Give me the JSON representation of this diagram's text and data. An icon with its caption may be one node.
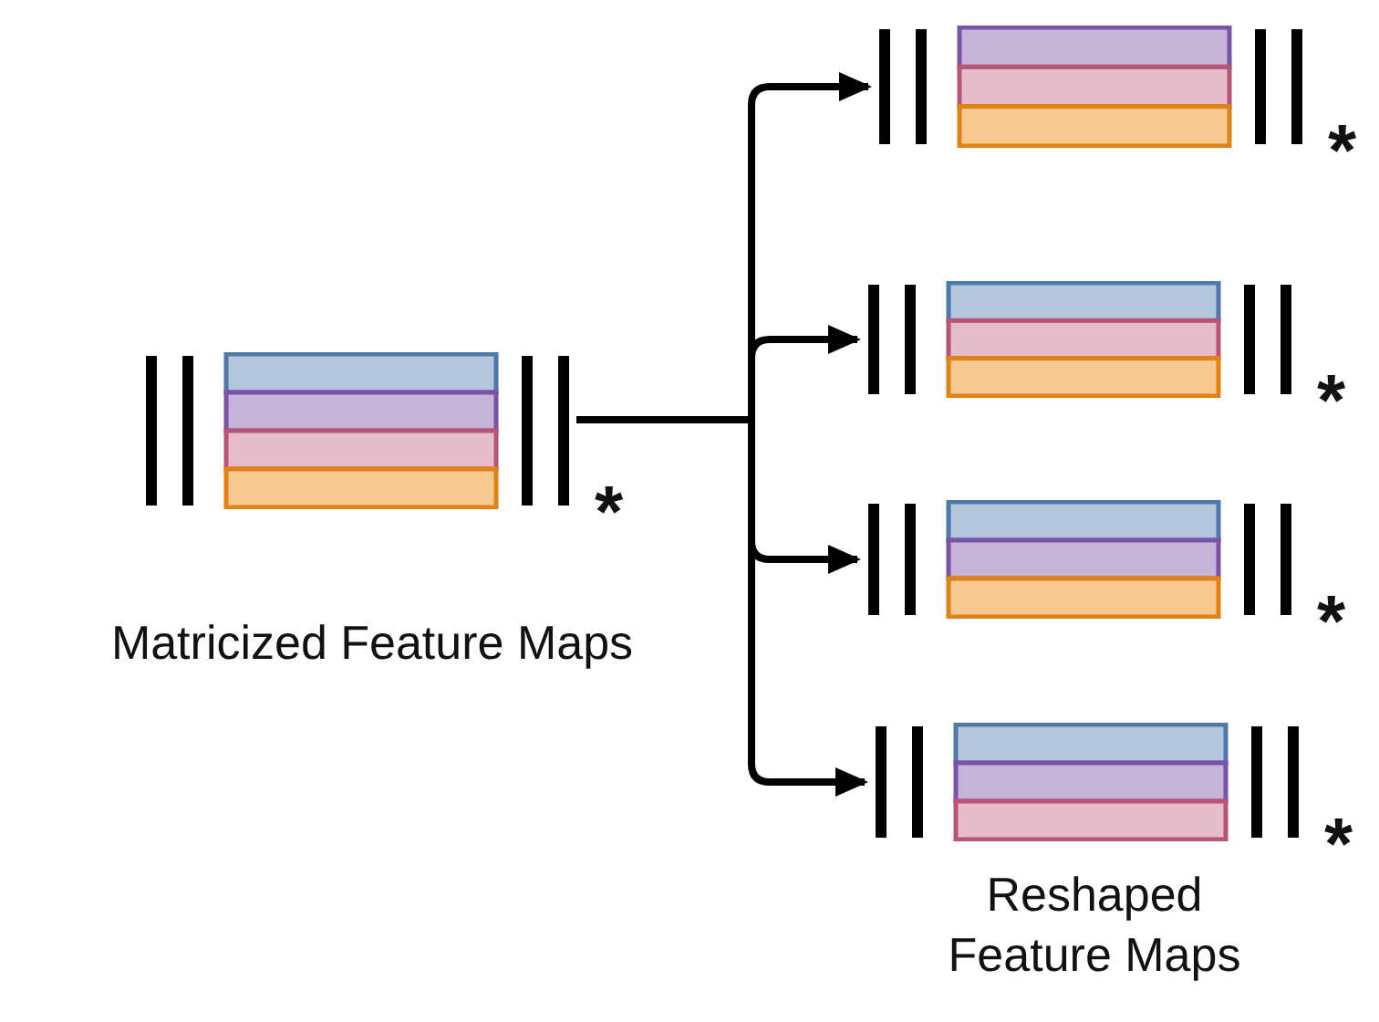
{
  "diagram": {
    "nodes": [
      {
        "text": [],
        "shape": "picture",
        "beside": [
          "*",
          "Matricized Feature Maps"
        ]
      },
      {
        "text": [],
        "shape": "picture",
        "beside": [
          "*"
        ]
      },
      {
        "text": [],
        "shape": "picture",
        "beside": [
          "*"
        ]
      },
      {
        "text": [],
        "shape": "picture",
        "beside": [
          "*"
        ]
      },
      {
        "text": [],
        "shape": "picture",
        "beside": [
          "*"
        ]
      }
    ],
    "edges": [
      {
        "from": 0,
        "to": 1,
        "arrow": "to"
      },
      {
        "from": 0,
        "to": 2,
        "arrow": "to"
      },
      {
        "from": 0,
        "to": 3,
        "arrow": "to"
      },
      {
        "from": 0,
        "to": 4,
        "arrow": "to"
      }
    ],
    "labels": [
      "Reshaped Feature Maps"
    ]
  }
}
